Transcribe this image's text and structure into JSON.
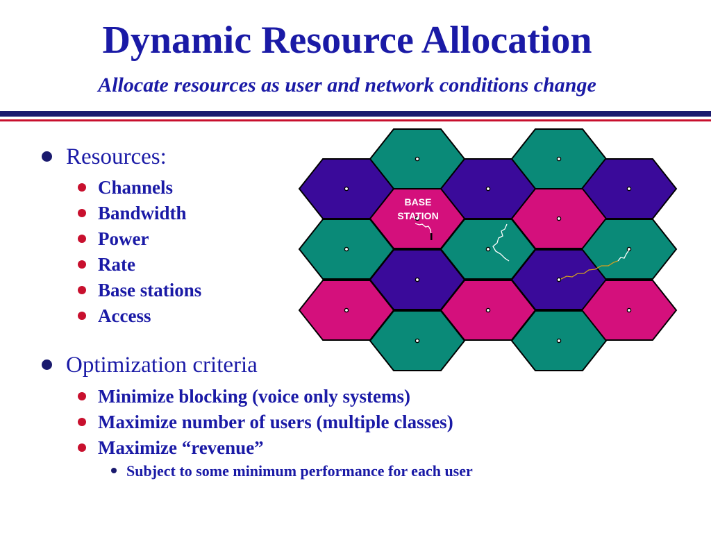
{
  "slide": {
    "title": "Dynamic Resource Allocation",
    "subtitle": "Allocate resources as user and network conditions change"
  },
  "bullets": {
    "resources": {
      "heading": "Resources:",
      "items": [
        "Channels",
        "Bandwidth",
        "Power",
        "Rate",
        "Base stations",
        "Access"
      ]
    },
    "optimization": {
      "heading": "Optimization criteria",
      "items": [
        "Minimize blocking (voice only systems)",
        "Maximize number of users (multiple classes)",
        "Maximize “revenue”"
      ],
      "sub_items": [
        "Subject to some minimum performance for each user"
      ]
    }
  },
  "diagram": {
    "base_station_label_line1": "BASE",
    "base_station_label_line2": "STATION",
    "colors": {
      "teal": "#0a8a78",
      "purple": "#3a0a9a",
      "magenta": "#d4107c",
      "outline": "#000000",
      "mobile_path_white": "#ffffff",
      "mobile_path_orange": "#d4a020"
    },
    "cells": [
      {
        "name": "cell-c3-r0",
        "color": "teal"
      },
      {
        "name": "cell-c5-r0",
        "color": "teal"
      },
      {
        "name": "cell-c2-r1",
        "color": "purple"
      },
      {
        "name": "cell-c4-r1",
        "color": "purple"
      },
      {
        "name": "cell-c6-r1",
        "color": "purple"
      },
      {
        "name": "cell-c3-r2-base-station",
        "color": "magenta"
      },
      {
        "name": "cell-c5-r2",
        "color": "magenta"
      },
      {
        "name": "cell-c2-r3",
        "color": "teal"
      },
      {
        "name": "cell-c4-r3",
        "color": "teal"
      },
      {
        "name": "cell-c6-r3",
        "color": "teal"
      },
      {
        "name": "cell-c3-r4",
        "color": "purple"
      },
      {
        "name": "cell-c5-r4",
        "color": "purple"
      },
      {
        "name": "cell-c2-r5",
        "color": "magenta"
      },
      {
        "name": "cell-c4-r5",
        "color": "magenta"
      },
      {
        "name": "cell-c6-r5",
        "color": "magenta"
      },
      {
        "name": "cell-c3-r6",
        "color": "teal"
      },
      {
        "name": "cell-c5-r6",
        "color": "teal"
      }
    ]
  }
}
